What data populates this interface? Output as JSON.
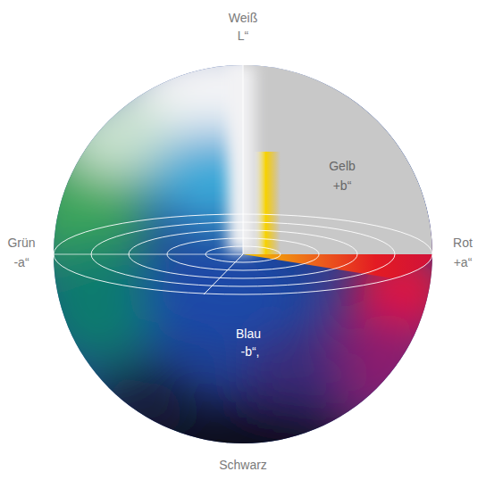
{
  "diagram": {
    "labels": [
      "Weiß",
      "L“",
      "Gelb",
      "+b“",
      "Grün",
      "-a“",
      "Rot",
      "+a“",
      "Blau",
      "-b“,",
      "Schwarz"
    ]
  }
}
